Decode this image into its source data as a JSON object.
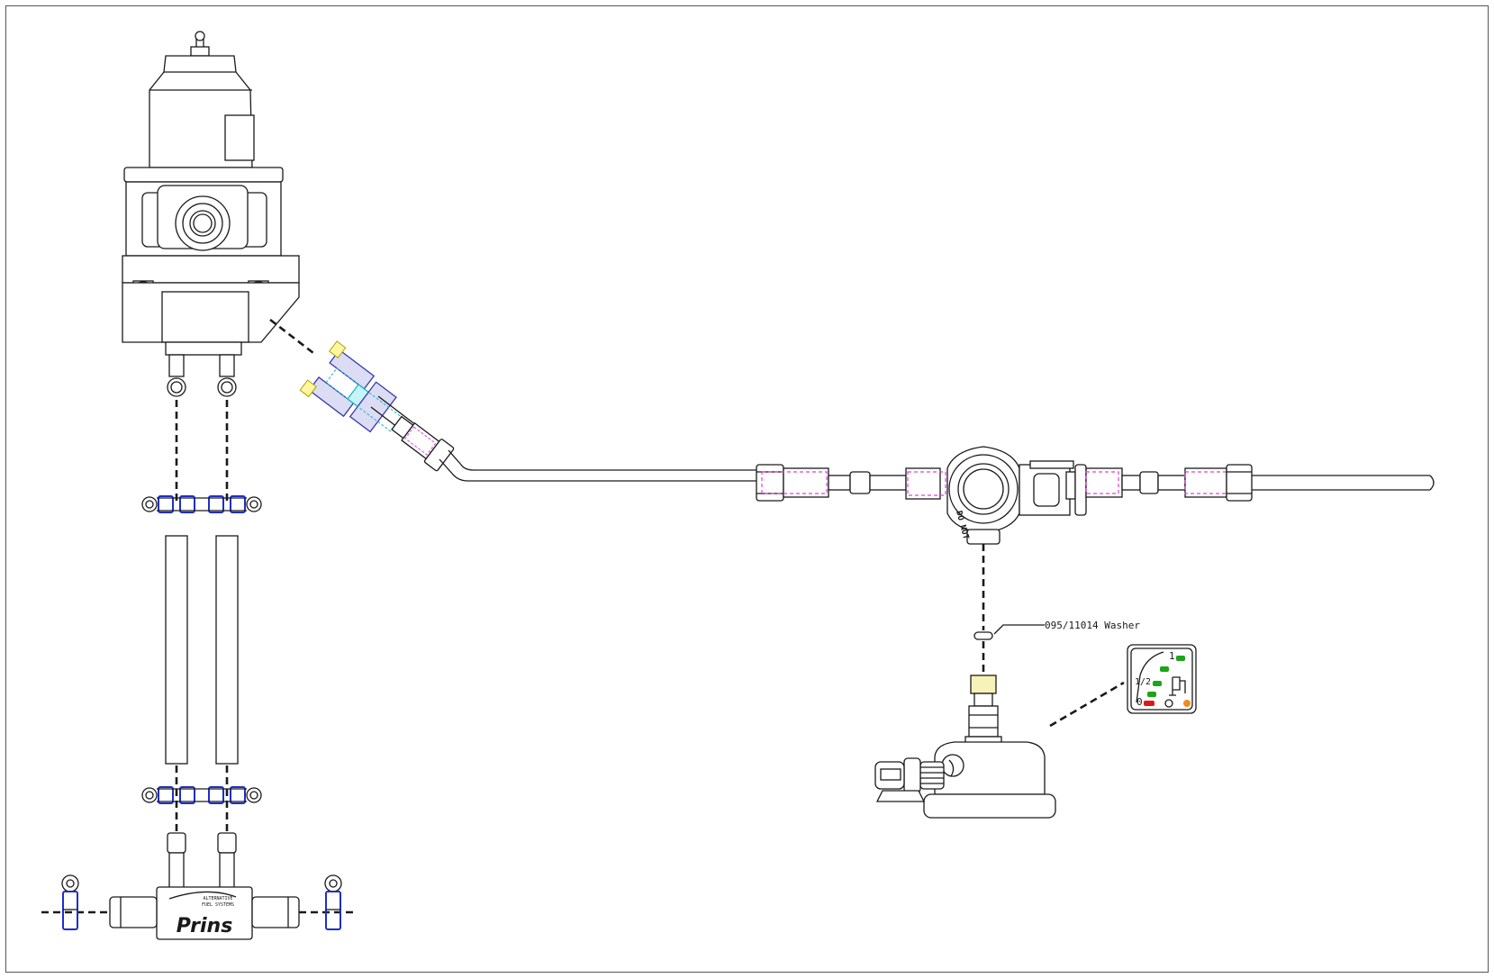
{
  "callouts": {
    "washer": "095/11014  Washer"
  },
  "logo": {
    "brand": "Prins",
    "tagline_1": "ALTERNATIVE",
    "tagline_2": "FUEL SYSTEMS"
  },
  "solenoid_mark": "DO NOT",
  "gauge": {
    "label_full": "1",
    "label_half": "1/2",
    "label_empty": "0",
    "colors": {
      "green": "#1aa51a",
      "red": "#e01818",
      "orange": "#f08c1e"
    }
  }
}
